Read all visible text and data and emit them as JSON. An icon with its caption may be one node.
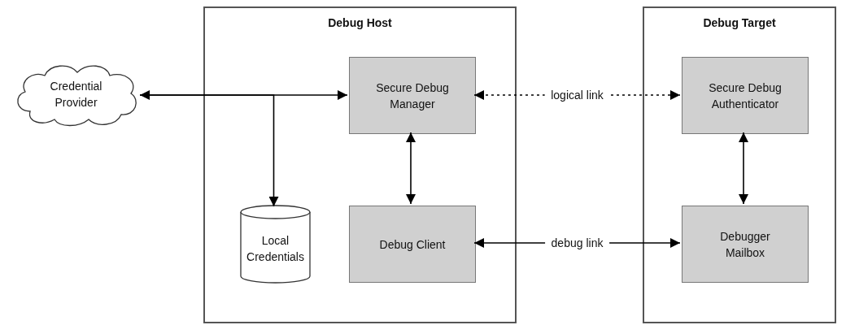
{
  "diagram": {
    "nodes": [
      {
        "text": [
          "Credential Provider"
        ]
      },
      {
        "text": [
          "Debug Host"
        ]
      },
      {
        "text": [
          "Secure Debug Manager"
        ],
        "in": 1
      },
      {
        "text": [
          "Local Credentials"
        ],
        "in": 1
      },
      {
        "text": [
          "Debug Client"
        ],
        "in": 1
      },
      {
        "text": [
          "Debug Target"
        ]
      },
      {
        "text": [
          "Secure Debug Authenticator"
        ],
        "in": 5
      },
      {
        "text": [
          "Debugger Mailbox"
        ],
        "in": 5
      }
    ],
    "edges": [
      {
        "from": 0,
        "to": 2,
        "arrow": "both"
      },
      {
        "from": 0,
        "to": 3,
        "arrow": "to"
      },
      {
        "from": 2,
        "to": 6,
        "arrow": "both",
        "label": "logical link",
        "style": "dashed"
      },
      {
        "from": 2,
        "to": 4,
        "arrow": "both"
      },
      {
        "from": 4,
        "to": 7,
        "arrow": "both",
        "label": "debug link"
      },
      {
        "from": 6,
        "to": 7,
        "arrow": "both"
      }
    ]
  }
}
